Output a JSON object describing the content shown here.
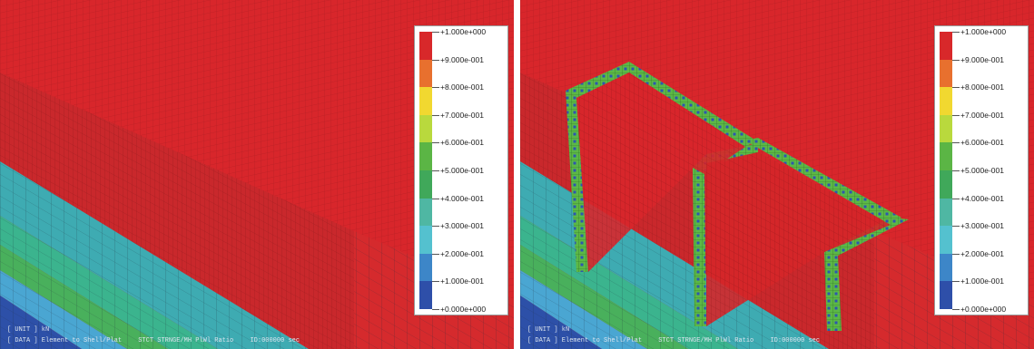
{
  "legend": {
    "labels": [
      "+1.000e+000",
      "+9.000e-001",
      "+8.000e-001",
      "+7.000e-001",
      "+6.000e-001",
      "+5.000e-001",
      "+4.000e-001",
      "+3.000e-001",
      "+2.000e-001",
      "+1.000e-001",
      "+0.000e+000"
    ],
    "colors": [
      "#d8282a",
      "#e8702e",
      "#f1d830",
      "#b9d93d",
      "#5bb545",
      "#40a85a",
      "#4fb7a3",
      "#54c1cf",
      "#3d86c8",
      "#2e4fa9"
    ]
  },
  "left_panel": {
    "footer_line1": "[ UNIT ] kN",
    "footer_line2": [
      "[ DATA ] Element to Shell/Plat",
      "STCT STRNGE/MH PlWl Ratio",
      "ID:000000 sec"
    ]
  },
  "right_panel": {
    "footer_line1": "[ UNIT ] kN",
    "footer_line2": [
      "[ DATA ] Element to Shell/Plat",
      "STCT STRNGE/MH PlWl Ratio",
      "ID:000000 sec"
    ]
  },
  "colors": {
    "red": "#d6252a",
    "cyan": "#3fa6a9",
    "blue": "#2b4ea8",
    "green": "#5bb545"
  }
}
